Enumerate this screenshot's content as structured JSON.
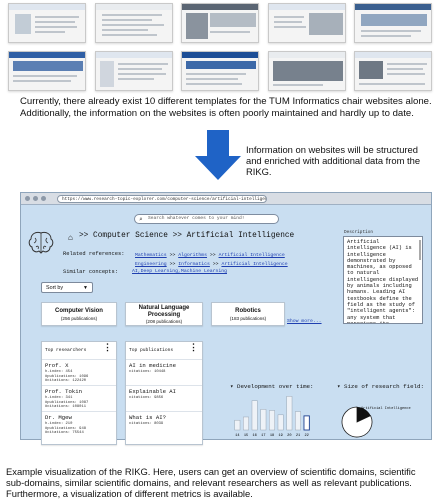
{
  "intro_caption": "Currently, there already exist 10 different templates for the TUM Informatics chair websites alone. Additionally, the information on the websites is often poorly maintained and hardly up to date.",
  "transition_caption": "Information on websites will be structured and enriched with additional data from the RIKG.",
  "bottom_caption": "Example visualization of the RIKG. Here, users can get an overview of scientific domains, scientific sub-domains, similar scientific domains, and relevant researchers as well as relevant publications. Furthermore, a visualization of different metrics is available.",
  "browser": {
    "url": "https://www.research-topic-explorer.com/computer-science/artificial-intelligence",
    "search_placeholder": "Search whatever comes to your mind!",
    "breadcrumb": ">> Computer Science >> Artificial Intelligence",
    "related_label": "Related references:",
    "related_line1": {
      "a": "Mathematics",
      "b": "Algorithms",
      "c": "Artificial Intelligence"
    },
    "related_line2": {
      "a": "Engineering",
      "b": "Informatics",
      "c": "Artificial Intelligence"
    },
    "sep": ">>",
    "similar_label": "Similar concepts:",
    "similar_values": "AI,Deep Learning,Machine Learning",
    "description_label": "Description",
    "description": "Artificial intelligence (AI) is intelligence demonstrated by machines, as opposed to natural intelligence displayed by animals including humans. Leading AI textbooks define the field as the study of \"intelligent agents\": any system that perceives its environment and takes actions",
    "sort_label": "Sort by",
    "categories": [
      {
        "title": "Computer Vision",
        "sub": "(256 publications)"
      },
      {
        "title": "Natural Language Processing",
        "sub": "(208 publications)"
      },
      {
        "title": "Robotics",
        "sub": "(183 publications)"
      }
    ],
    "show_more": "Show more...",
    "researchers": {
      "header": "Top researchers",
      "items": [
        {
          "name": "Prof. X",
          "h": "h-index: 454",
          "pubs": "#publications: 1096",
          "cites": "#citations: 122420"
        },
        {
          "name": "Prof. Tokin",
          "h": "h-index: 341",
          "pubs": "#publications: 1087",
          "cites": "#citations: 108011"
        },
        {
          "name": "Dr. Mgew",
          "h": "h-index: 210",
          "pubs": "#publications: 948",
          "cites": "#citations: 75544"
        }
      ]
    },
    "publications": {
      "header": "Top publications",
      "items": [
        {
          "name": "AI in medicine",
          "cites": "citations: 10448"
        },
        {
          "name": "Explainable AI",
          "cites": "citations: 9856"
        },
        {
          "name": "What is AI?",
          "cites": "citations: 8039"
        }
      ]
    },
    "development_label": "Development over time:",
    "size_label": "Size of research field:",
    "pie_label": "Artificial Intelligence"
  },
  "chart_data": {
    "type": "bar",
    "categories": [
      "14",
      "15",
      "16",
      "17",
      "18",
      "19",
      "20",
      "21",
      "22"
    ],
    "values": [
      18,
      24,
      54,
      38,
      36,
      28,
      62,
      34,
      26
    ],
    "ylim": [
      0,
      70
    ],
    "highlight_last": true
  },
  "pie_data": {
    "type": "pie",
    "slices": [
      0.18,
      0.82
    ]
  }
}
